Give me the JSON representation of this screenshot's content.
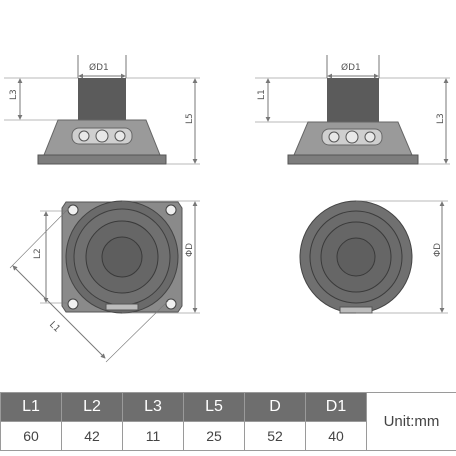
{
  "views": {
    "side_left": {
      "diameter_label": "ØD1",
      "height_label": "L3",
      "total_label": "L5"
    },
    "side_right": {
      "diameter_label": "ØD1",
      "height_label": "L1",
      "total_label": "L3"
    },
    "front_square": {
      "side_label": "L2",
      "diagonal_label": "L1",
      "diameter_label": "ΦD"
    },
    "front_round": {
      "diameter_label": "ΦD"
    }
  },
  "table": {
    "headers": [
      "L1",
      "L2",
      "L3",
      "L5",
      "D",
      "D1"
    ],
    "values": [
      "60",
      "42",
      "11",
      "25",
      "52",
      "40"
    ],
    "unit": "Unit:mm"
  },
  "colors": {
    "header_bg": "#6e6e6e",
    "speaker_body": "#808080",
    "magnet": "#5a5a5a",
    "dimension_line": "#777777"
  }
}
